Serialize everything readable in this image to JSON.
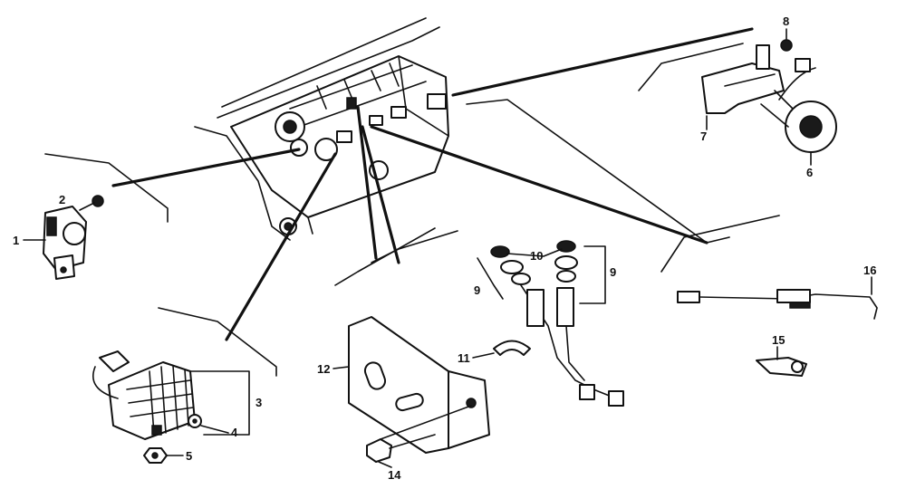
{
  "callouts": {
    "c1": "1",
    "c2": "2",
    "c3": "3",
    "c4": "4",
    "c5": "5",
    "c6": "6",
    "c7": "7",
    "c8": "8",
    "c9a": "9",
    "c9b": "9",
    "c10": "10",
    "c11": "11",
    "c12": "12",
    "c14": "14",
    "c15": "15",
    "c16": "16"
  },
  "icons": [
    "relay-icon",
    "bolt-icon",
    "horn-icon",
    "nut-icon",
    "washer-icon",
    "grommet-icon",
    "clip-icon",
    "bracket-icon",
    "wire-harness-icon",
    "terminal-icon",
    "cable-icon",
    "speaker-horn-icon",
    "cover-icon"
  ]
}
